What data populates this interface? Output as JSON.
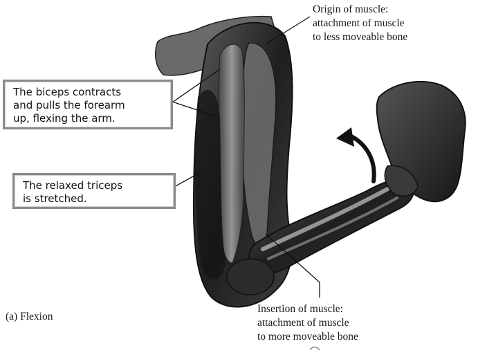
{
  "diagram": {
    "origin_label": {
      "line1": "Origin of muscle:",
      "line2": "attachment of muscle",
      "line3": "to less moveable bone"
    },
    "biceps_callout": {
      "line1": "The biceps contracts",
      "line2": "and pulls the forearm",
      "line3": "up, flexing the arm."
    },
    "triceps_callout": {
      "line1": "The relaxed triceps",
      "line2": "is stretched."
    },
    "insertion_label": {
      "line1": "Insertion of muscle:",
      "line2": "attachment of muscle",
      "line3": "to more moveable bone"
    },
    "panel_caption": "(a) Flexion",
    "colors": {
      "muscle_dark": "#1c1c1c",
      "muscle_mid": "#555555",
      "bone": "#8c8c8c",
      "box_border": "#8a8a8a"
    }
  }
}
